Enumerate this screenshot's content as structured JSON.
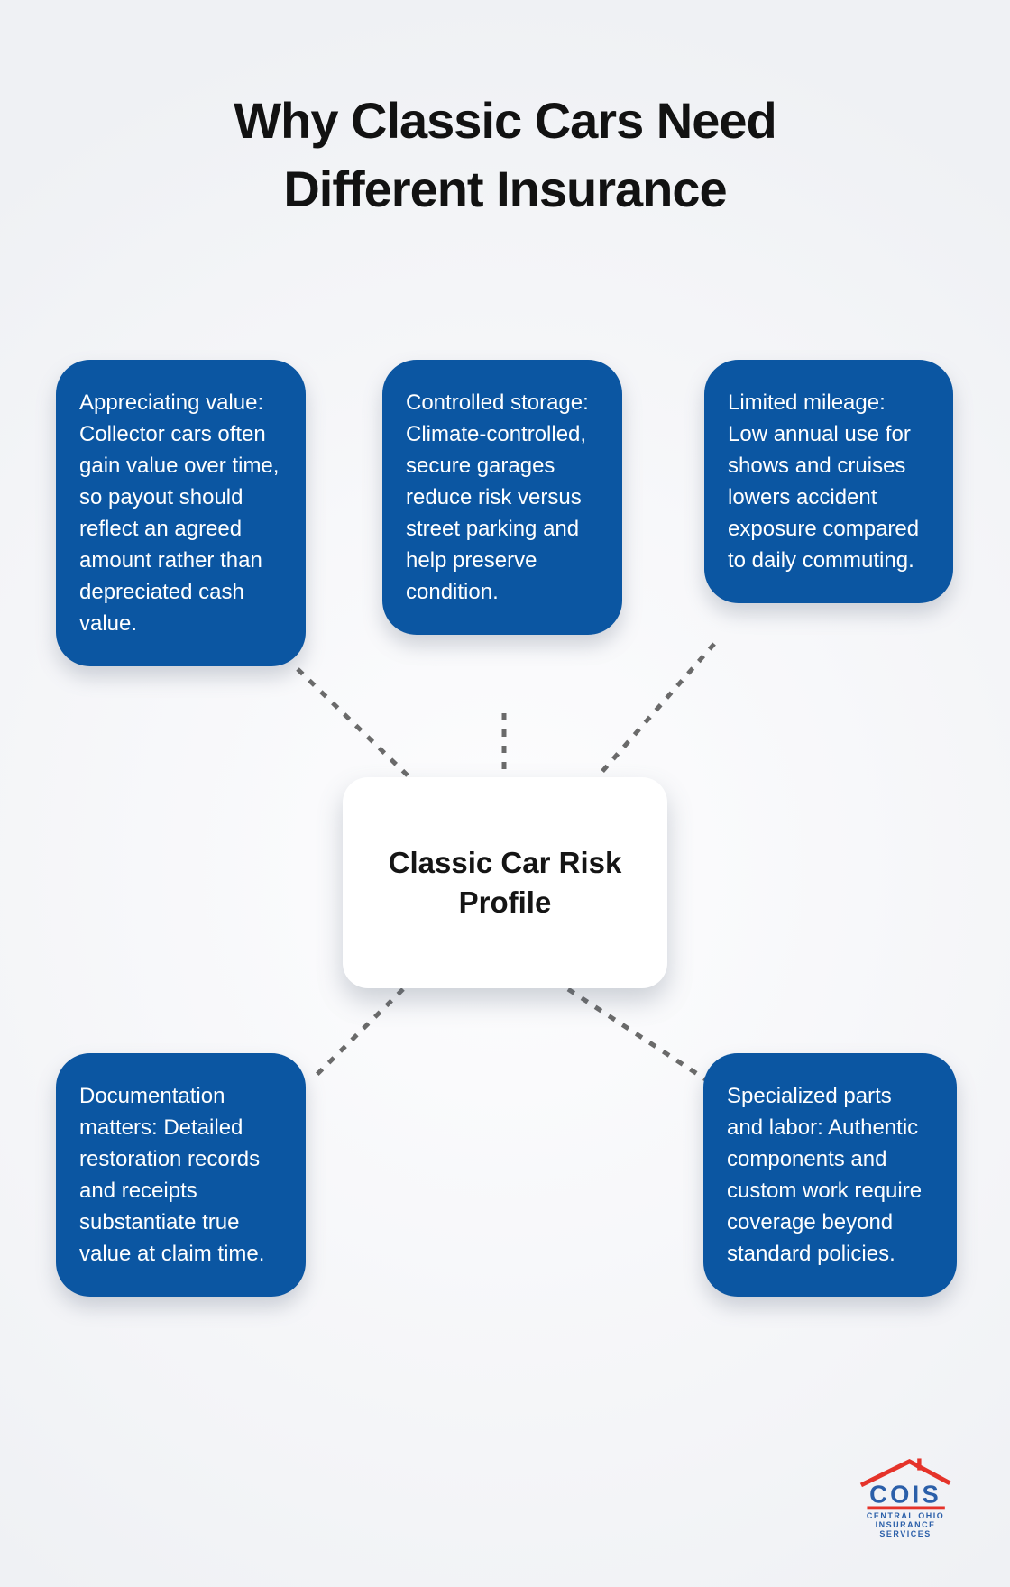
{
  "title": "Why Classic Cars Need Different Insurance",
  "center": {
    "label": "Classic Car Risk Profile"
  },
  "cards": [
    {
      "id": "appreciating-value",
      "text": "Appreciating value: Collector cars often gain value over time, so payout should reflect an agreed amount rather than depreciated cash value."
    },
    {
      "id": "controlled-storage",
      "text": "Controlled storage: Climate-controlled, secure garages reduce risk versus street parking and help preserve condition."
    },
    {
      "id": "limited-mileage",
      "text": "Limited mileage: Low annual use for shows and cruises lowers accident exposure compared to daily commuting."
    },
    {
      "id": "documentation",
      "text": "Documentation matters: Detailed restoration records and receipts substantiate true value at claim time."
    },
    {
      "id": "specialized-parts",
      "text": "Specialized parts and labor: Authentic components and custom work require coverage beyond standard policies."
    }
  ],
  "logo": {
    "acronym": "COIS",
    "caption_line1": "CENTRAL OHIO",
    "caption_line2": "INSURANCE",
    "caption_line3": "SERVICES"
  },
  "colors": {
    "bg": "#f5f6f8",
    "box-blue": "#0b56a2",
    "box-text": "#ffffff",
    "title-color": "#121212",
    "dash-color": "#6a6a6a",
    "logo-blue": "#2b5fa9",
    "logo-red": "#e5332a",
    "center-bg": "#ffffff"
  }
}
